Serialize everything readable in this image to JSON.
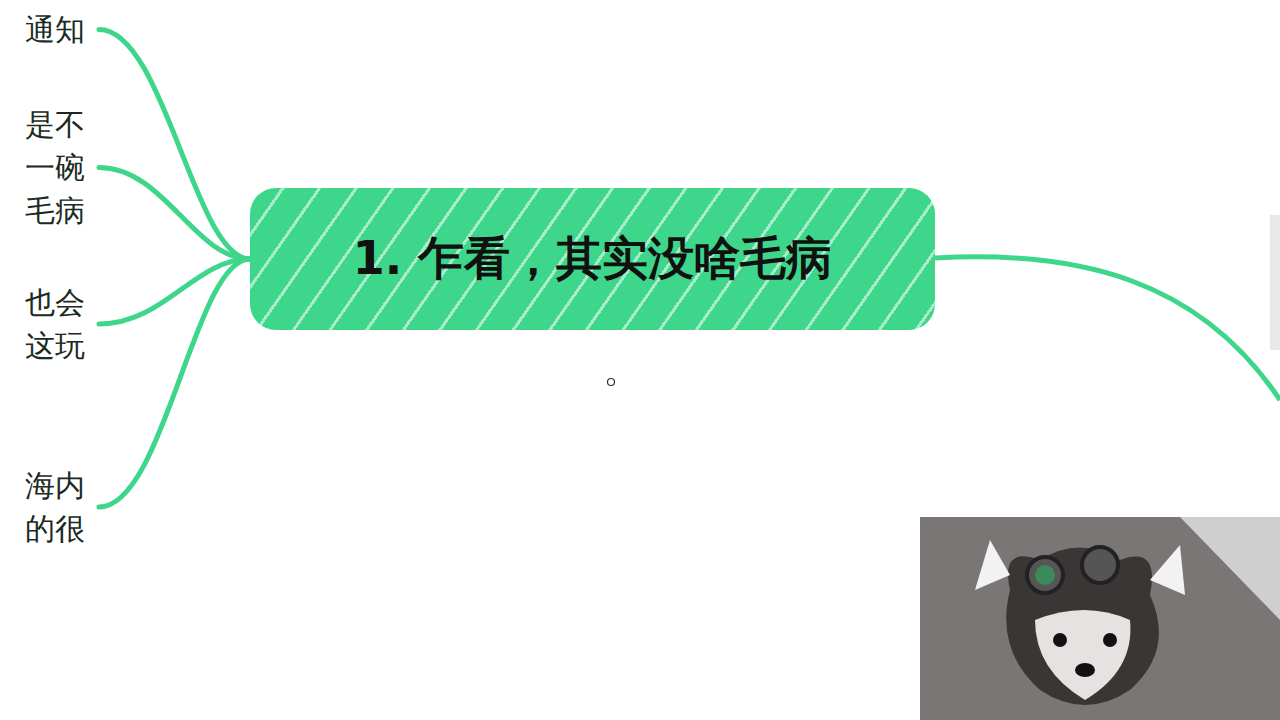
{
  "diagram": {
    "nodes": [
      {
        "text": [
          "1. 乍看，其实没啥毛病"
        ]
      },
      {
        "text": [
          "通知"
        ]
      },
      {
        "text": [
          "是不 一碗 毛病"
        ]
      },
      {
        "text": [
          "也会 这玩"
        ]
      },
      {
        "text": [
          "海内 的很"
        ]
      }
    ],
    "edges": [
      {
        "from": 0,
        "to": 1,
        "arrow": "none"
      },
      {
        "from": 0,
        "to": 2,
        "arrow": "none"
      },
      {
        "from": 0,
        "to": 3,
        "arrow": "none"
      },
      {
        "from": 0,
        "to": 4,
        "arrow": "none"
      }
    ]
  }
}
